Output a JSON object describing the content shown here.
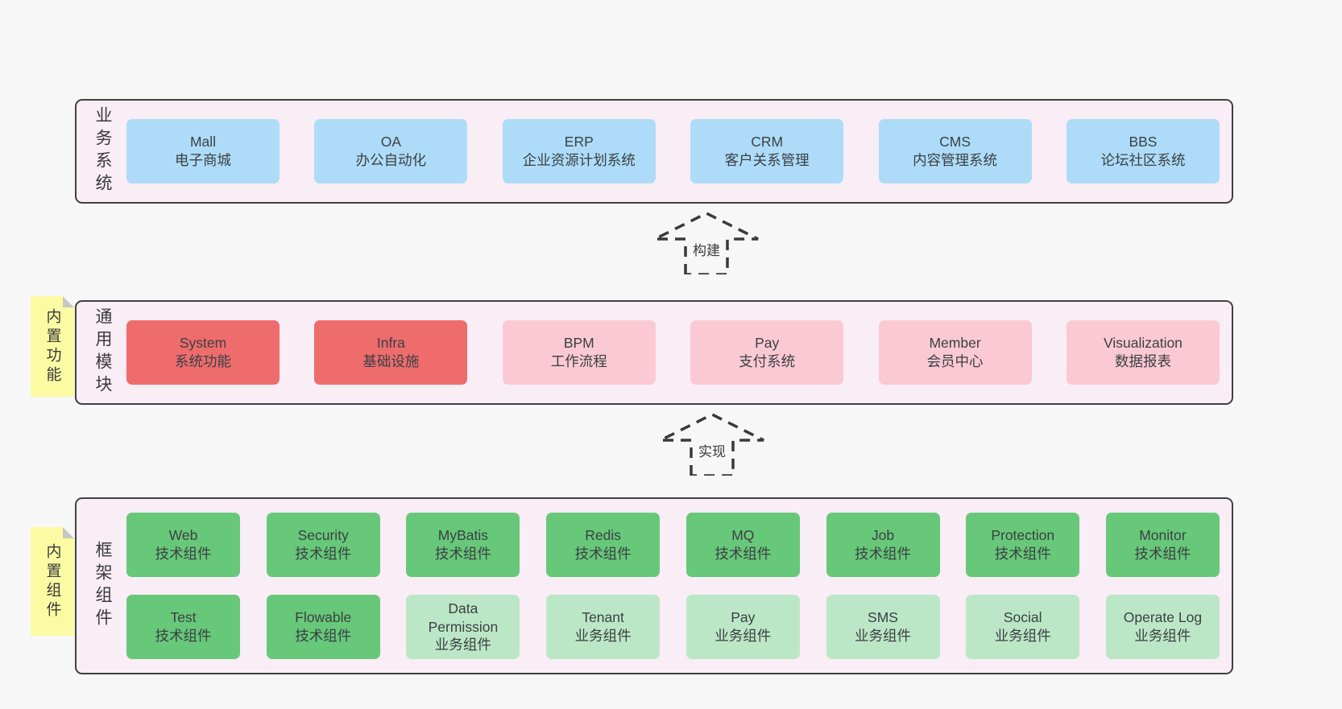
{
  "palette": {
    "page-bg": "#f8f7f8",
    "band-bg": "#f9edf6",
    "band-border": "#404040",
    "box-blue": "#aedcf8",
    "box-red": "#ee6c6c",
    "box-pink": "#fbc9d4",
    "box-green": "#68c879",
    "box-green-light": "#bce7c6",
    "sticky-bg": "#fbfba3",
    "sticky-fold": "#c6c6c6",
    "text-dark": "#3a4045",
    "arrow-stroke": "#3a3a3a"
  },
  "arrows": [
    {
      "label": "构建"
    },
    {
      "label": "实现"
    }
  ],
  "bands": [
    {
      "label": "业务系统",
      "rows": [
        [
          {
            "name": "Mall",
            "subtitle": "电子商城"
          },
          {
            "name": "OA",
            "subtitle": "办公自动化"
          },
          {
            "name": "ERP",
            "subtitle": "企业资源计划系统"
          },
          {
            "name": "CRM",
            "subtitle": "客户关系管理"
          },
          {
            "name": "CMS",
            "subtitle": "内容管理系统"
          },
          {
            "name": "BBS",
            "subtitle": "论坛社区系统"
          }
        ]
      ]
    },
    {
      "label": "通用模块",
      "sticky": "内置功能",
      "rows": [
        [
          {
            "name": "System",
            "subtitle": "系统功能"
          },
          {
            "name": "Infra",
            "subtitle": "基础设施"
          },
          {
            "name": "BPM",
            "subtitle": "工作流程"
          },
          {
            "name": "Pay",
            "subtitle": "支付系统"
          },
          {
            "name": "Member",
            "subtitle": "会员中心"
          },
          {
            "name": "Visualization",
            "subtitle": "数据报表"
          }
        ]
      ]
    },
    {
      "label": "框架组件",
      "sticky": "内置组件",
      "rows": [
        [
          {
            "name": "Web",
            "subtitle": "技术组件"
          },
          {
            "name": "Security",
            "subtitle": "技术组件"
          },
          {
            "name": "MyBatis",
            "subtitle": "技术组件"
          },
          {
            "name": "Redis",
            "subtitle": "技术组件"
          },
          {
            "name": "MQ",
            "subtitle": "技术组件"
          },
          {
            "name": "Job",
            "subtitle": "技术组件"
          },
          {
            "name": "Protection",
            "subtitle": "技术组件"
          },
          {
            "name": "Monitor",
            "subtitle": "技术组件"
          }
        ],
        [
          {
            "name": "Test",
            "subtitle": "技术组件"
          },
          {
            "name": "Flowable",
            "subtitle": "技术组件"
          },
          {
            "name": "Data Permission",
            "subtitle": "业务组件"
          },
          {
            "name": "Tenant",
            "subtitle": "业务组件"
          },
          {
            "name": "Pay",
            "subtitle": "业务组件"
          },
          {
            "name": "SMS",
            "subtitle": "业务组件"
          },
          {
            "name": "Social",
            "subtitle": "业务组件"
          },
          {
            "name": "Operate Log",
            "subtitle": "业务组件"
          }
        ]
      ]
    }
  ]
}
